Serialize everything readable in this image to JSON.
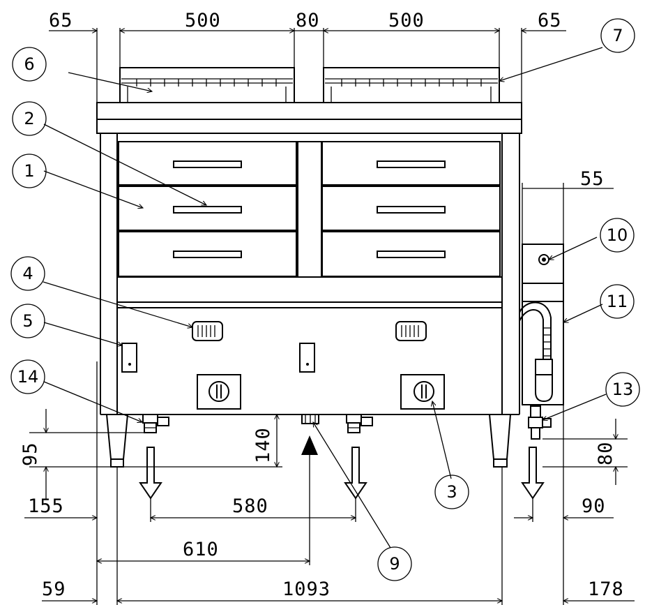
{
  "dimensions": {
    "top_left_margin": "65",
    "top_left_width": "500",
    "top_gap": "80",
    "top_right_width": "500",
    "top_right_margin": "65",
    "side_box_width": "55",
    "left_offset": "95",
    "drain_height": "140",
    "right_offset": "80",
    "left_drain_offset": "155",
    "drain_spacing": "580",
    "right_drain_offset": "90",
    "center_offset": "610",
    "left_extent": "59",
    "total_width": "1093",
    "right_extent": "178"
  },
  "callouts": [
    "1",
    "2",
    "3",
    "4",
    "5",
    "6",
    "7",
    "9",
    "10",
    "11",
    "13",
    "14"
  ],
  "line_color": "#000000",
  "background_color": "#ffffff"
}
